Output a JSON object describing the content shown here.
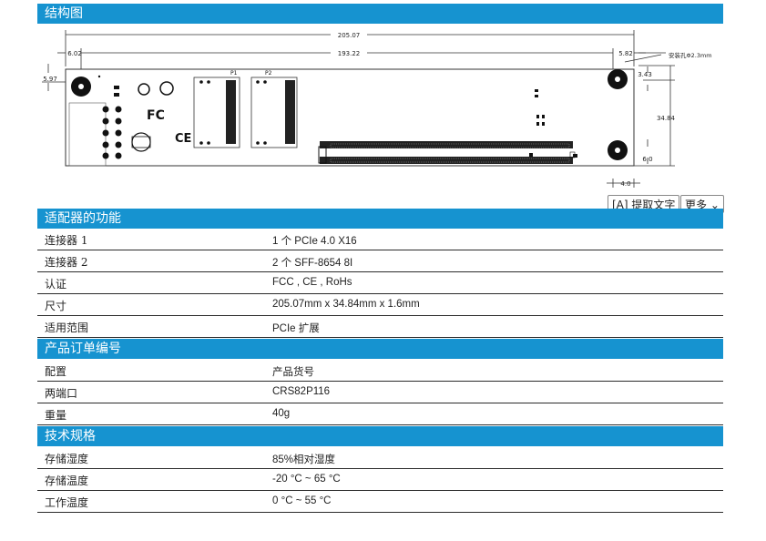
{
  "structure": {
    "title": "结构图",
    "dims": {
      "total_length": "205.07",
      "hole_span": "193.22",
      "left_offset": "6.02",
      "right_offset": "5.82",
      "hole_note": "安装孔Φ2.3mm",
      "left_height": "5.97",
      "top_right": "3.43",
      "height": "34.84",
      "bottom_right": "6.0",
      "bottom_width": "4.0"
    },
    "labels": {
      "p1": "P1",
      "p2": "P2",
      "fc": "FC",
      "ce": "CE"
    }
  },
  "toolbar": {
    "ocr_label": "提取文字",
    "more_label": "更多"
  },
  "function": {
    "title": "适配器的功能",
    "rows": [
      {
        "key": "连接器 1",
        "value": "1 个 PCIe 4.0 X16"
      },
      {
        "key": "连接器 2",
        "value": "2 个 SFF-8654 8I"
      },
      {
        "key": "认证",
        "value": "FCC , CE , RoHs"
      },
      {
        "key": "尺寸",
        "value": "205.07mm x 34.84mm x 1.6mm"
      },
      {
        "key": "适用范围",
        "value": "PCIe 扩展"
      }
    ]
  },
  "order": {
    "title": "产品订单编号",
    "rows": [
      {
        "key": "配置",
        "value": "产品货号"
      },
      {
        "key": "两端口",
        "value": "CRS82P116"
      },
      {
        "key": "重量",
        "value": "40g"
      }
    ]
  },
  "spec": {
    "title": "技术规格",
    "rows": [
      {
        "key": "存储湿度",
        "value": "85%相对湿度"
      },
      {
        "key": "存储温度",
        "value": "-20 °C ~ 65 °C"
      },
      {
        "key": "工作温度",
        "value": "0 °C ~ 55 °C"
      }
    ]
  }
}
